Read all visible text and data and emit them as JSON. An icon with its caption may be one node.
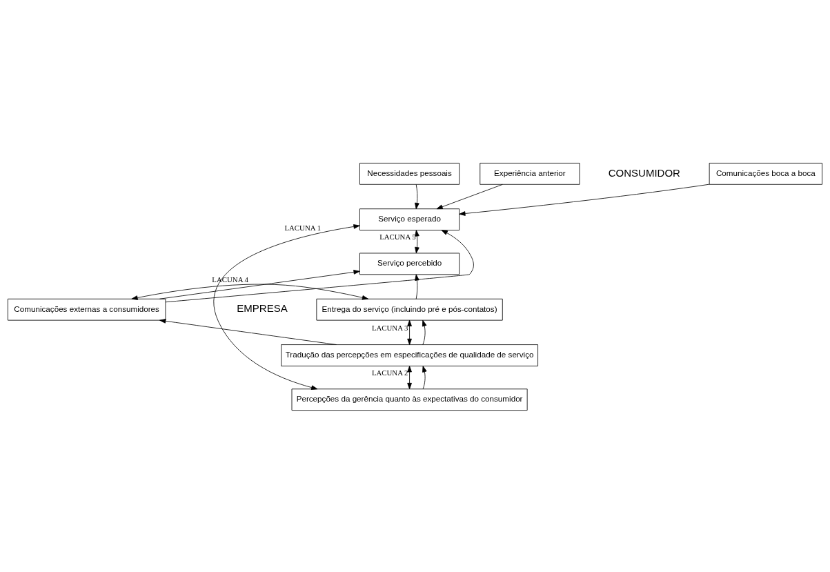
{
  "diagram": {
    "nodes": [
      {
        "text": [
          "Comunicações boca a boca"
        ]
      },
      {
        "text": [
          "Necessidades pessoais"
        ]
      },
      {
        "text": [
          "Experiência anterior"
        ]
      },
      {
        "text": [
          "Serviço esperado"
        ]
      },
      {
        "text": [
          "Serviço percebido"
        ]
      },
      {
        "text": [
          "Entrega do serviço (incluindo pré e pós-contatos)"
        ]
      },
      {
        "text": [
          "Comunicações externas a consumidores"
        ]
      },
      {
        "text": [
          "Tradução das percepções em especificações de qualidade de serviço"
        ]
      },
      {
        "text": [
          "Percepções da gerência quanto às expectativas do consumidor"
        ]
      }
    ],
    "edges": [
      {
        "from": 0,
        "to": 3,
        "arrow": "to"
      },
      {
        "from": 1,
        "to": 3,
        "arrow": "to"
      },
      {
        "from": 2,
        "to": 3,
        "arrow": "to"
      },
      {
        "from": 3,
        "to": 4,
        "arrow": "both",
        "label": "LACUNA 5"
      },
      {
        "from": 6,
        "to": 3,
        "arrow": "to"
      },
      {
        "from": 6,
        "to": 4,
        "arrow": "to"
      },
      {
        "from": 5,
        "to": 4,
        "arrow": "to"
      },
      {
        "from": 5,
        "to": 6,
        "arrow": "both",
        "label": "LACUNA 4"
      },
      {
        "from": 5,
        "to": 7,
        "arrow": "both",
        "label": "LACUNA 3"
      },
      {
        "from": 7,
        "to": 5,
        "arrow": "to"
      },
      {
        "from": 7,
        "to": 6,
        "arrow": "to"
      },
      {
        "from": 7,
        "to": 8,
        "arrow": "both",
        "label": "LACUNA 2"
      },
      {
        "from": 8,
        "to": 7,
        "arrow": "to"
      },
      {
        "from": 3,
        "to": 8,
        "arrow": "both",
        "label": "LACUNA 1"
      }
    ],
    "labels": [
      "CONSUMIDOR",
      "EMPRESA"
    ]
  }
}
